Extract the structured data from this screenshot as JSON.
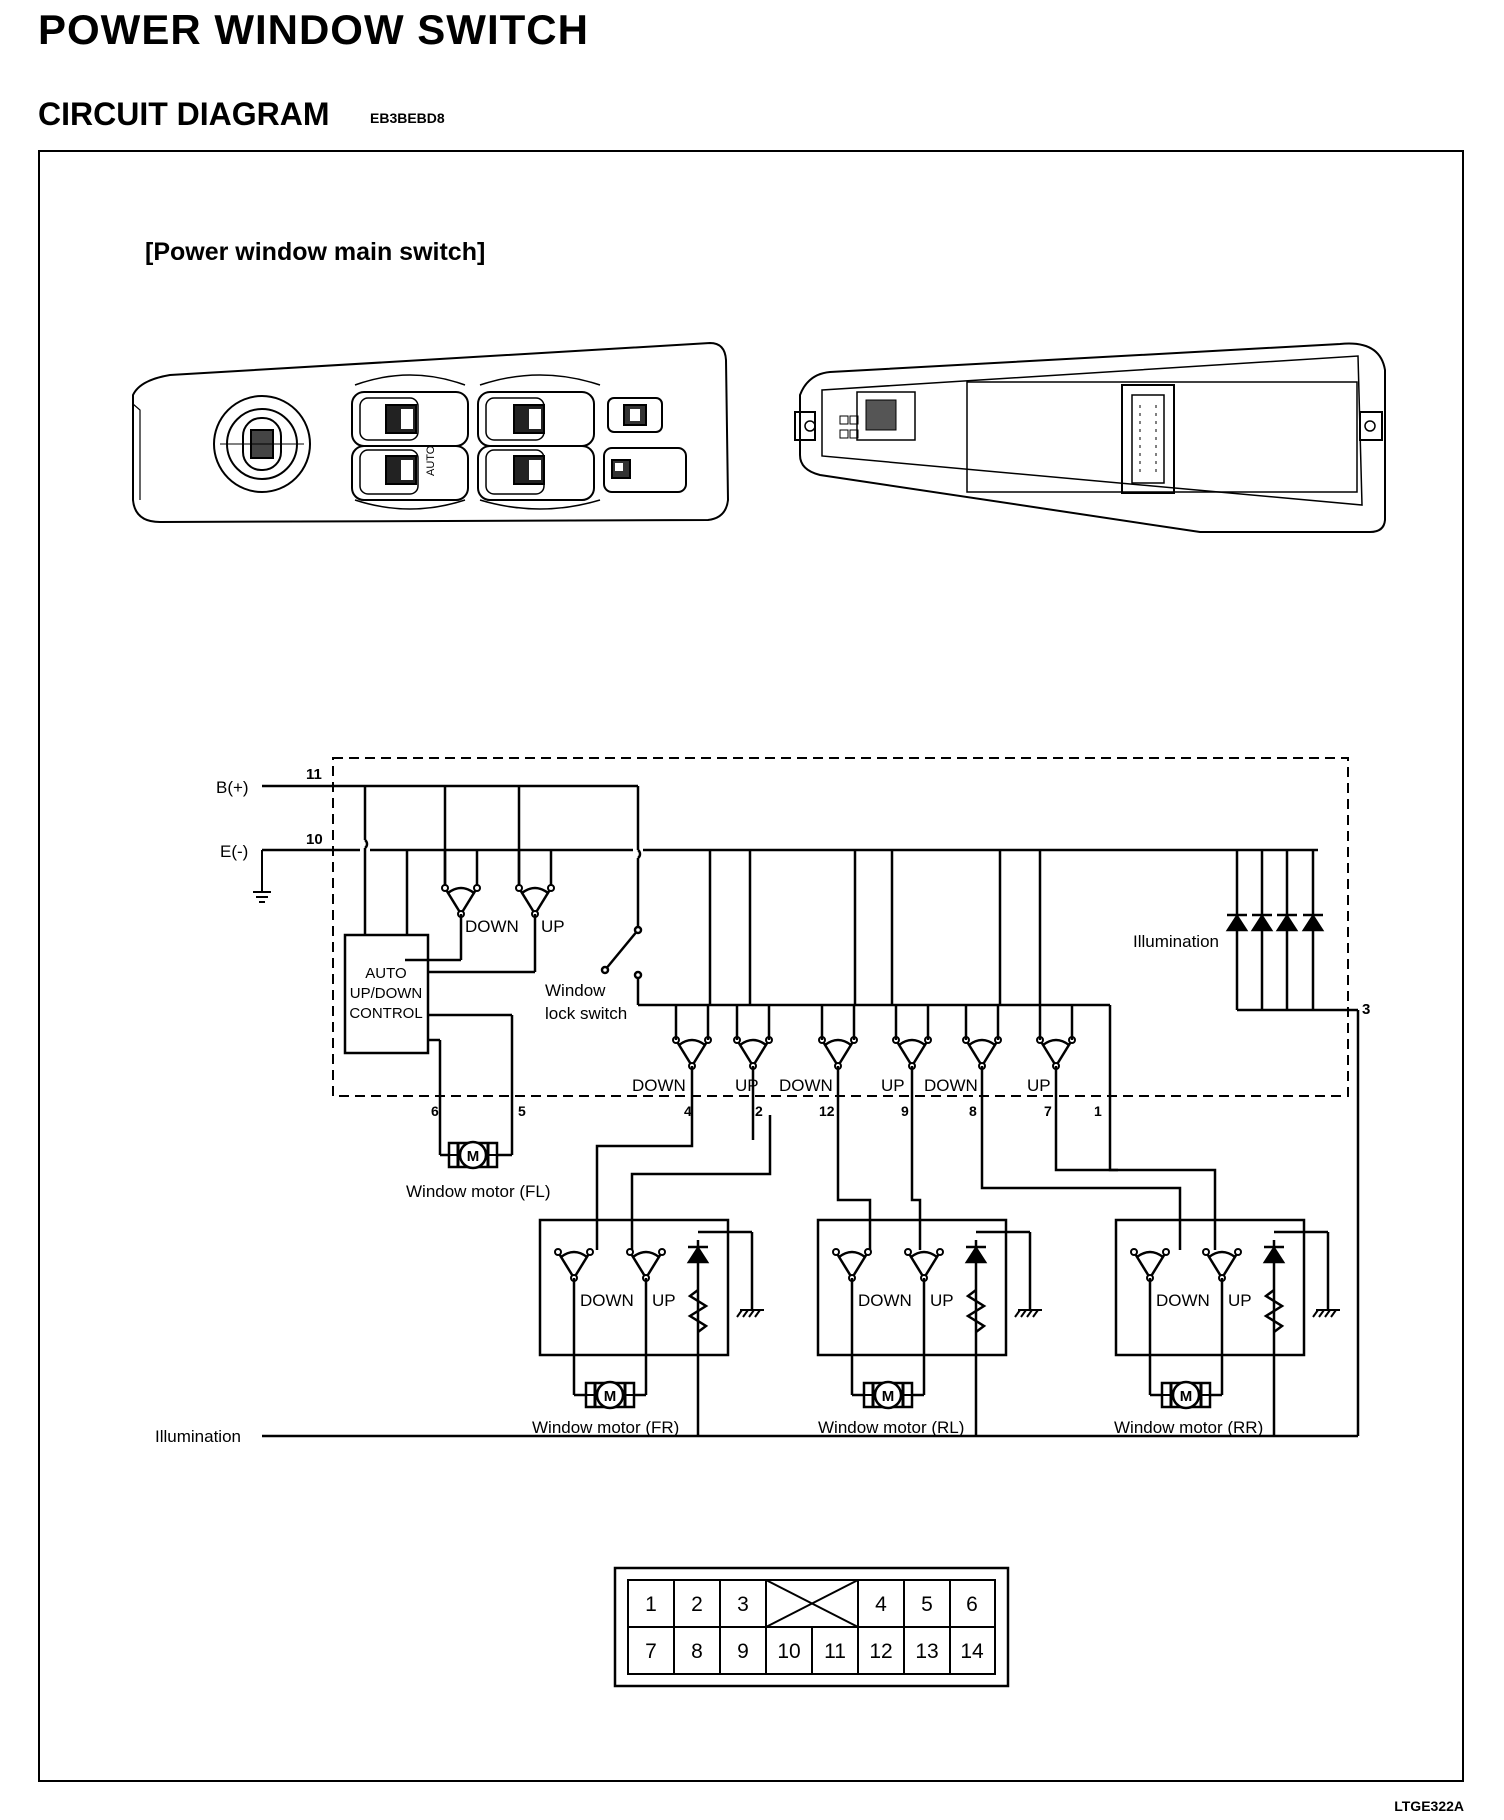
{
  "title": "POWER WINDOW SWITCH",
  "section": {
    "title": "CIRCUIT DIAGRAM",
    "code": "EB3BEBD8"
  },
  "subheading": "[Power window main switch]",
  "switch_labels": {
    "auto": "AUTO"
  },
  "terminals": {
    "battery": "B(+)",
    "ground": "E(-)",
    "t11": "11",
    "t10": "10",
    "t3": "3",
    "bottom": [
      {
        "id": "6",
        "label": ""
      },
      {
        "id": "5",
        "label": ""
      },
      {
        "id": "4",
        "label": "DOWN"
      },
      {
        "id": "2",
        "label": "UP"
      },
      {
        "id": "12",
        "label": "DOWN"
      },
      {
        "id": "9",
        "label": "UP"
      },
      {
        "id": "8",
        "label": "DOWN"
      },
      {
        "id": "7",
        "label": "UP"
      },
      {
        "id": "1",
        "label": ""
      }
    ]
  },
  "labels": {
    "down": "DOWN",
    "up": "UP",
    "auto_control": [
      "AUTO",
      "UP/DOWN",
      "CONTROL"
    ],
    "lock_switch": [
      "Window",
      "lock switch"
    ],
    "illumination": "Illumination",
    "motor_symbol": "M",
    "illumination_line": "Illumination"
  },
  "motors": {
    "fl": "Window motor (FL)",
    "fr": "Window motor (FR)",
    "rl": "Window motor (RL)",
    "rr": "Window motor (RR)"
  },
  "connector_pins": {
    "top": [
      "1",
      "2",
      "3",
      "",
      "4",
      "5",
      "6"
    ],
    "bottom": [
      "7",
      "8",
      "9",
      "10",
      "11",
      "12",
      "13",
      "14"
    ]
  },
  "figure_id": "LTGE322A"
}
